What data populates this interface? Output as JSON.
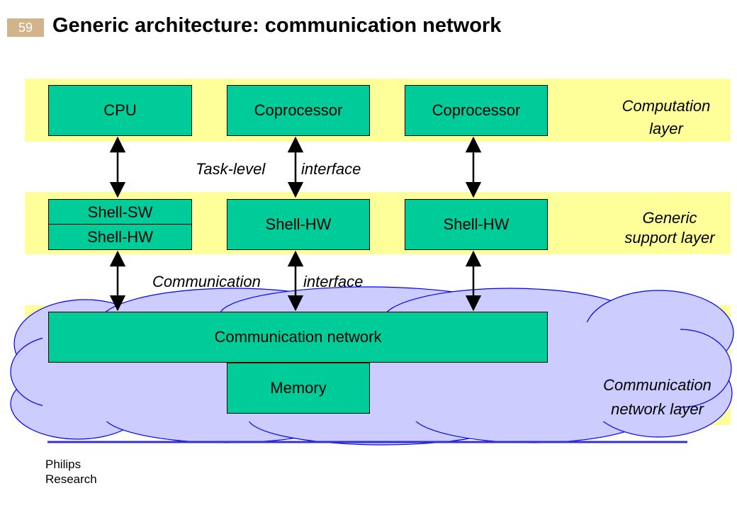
{
  "slide": {
    "number": "59",
    "title": "Generic architecture: communication network"
  },
  "computation_layer": {
    "boxes": [
      "CPU",
      "Coprocessor",
      "Coprocessor"
    ],
    "label_line1": "Computation",
    "label_line2": "layer"
  },
  "task_interface": {
    "left": "Task-level",
    "right": "interface"
  },
  "support_layer": {
    "shell_sw": "Shell-SW",
    "shell_hw_left": "Shell-HW",
    "shell_hw_mid": "Shell-HW",
    "shell_hw_right": "Shell-HW",
    "label_line1": "Generic",
    "label_line2": "support layer"
  },
  "comm_interface": {
    "left": "Communication",
    "right": "interface"
  },
  "network_layer": {
    "network_box": "Communication network",
    "memory_box": "Memory",
    "label_line1": "Communication",
    "label_line2": "network layer"
  },
  "footer": {
    "line1": "Philips",
    "line2": "Research"
  },
  "colors": {
    "band": "#ffff99",
    "box": "#00cc99",
    "cloud": "#ccccff",
    "rule": "#3333cc"
  }
}
